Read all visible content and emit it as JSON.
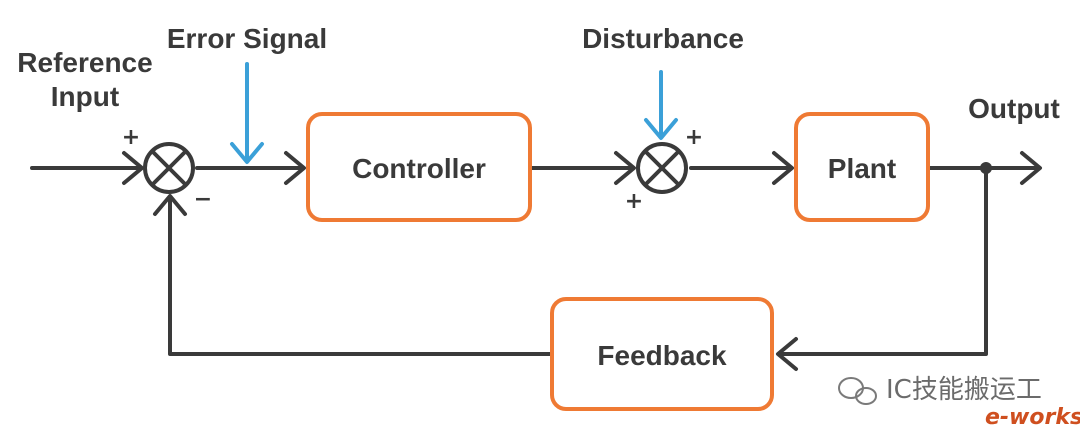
{
  "labels": {
    "reference_input_line1": "Reference",
    "reference_input_line2": "Input",
    "error_signal": "Error Signal",
    "disturbance": "Disturbance",
    "output": "Output"
  },
  "blocks": {
    "controller": "Controller",
    "plant": "Plant",
    "feedback": "Feedback"
  },
  "signs": {
    "sum1_plus": "+",
    "sum1_minus": "−",
    "sum2_top_plus": "+",
    "sum2_bottom_plus": "+"
  },
  "watermark": {
    "text": "IC技能搬运工",
    "logo_text": "e-works"
  },
  "colors": {
    "line": "#3a3a3a",
    "block_border": "#ef7a34",
    "signal_arrow": "#3ba0d8"
  }
}
